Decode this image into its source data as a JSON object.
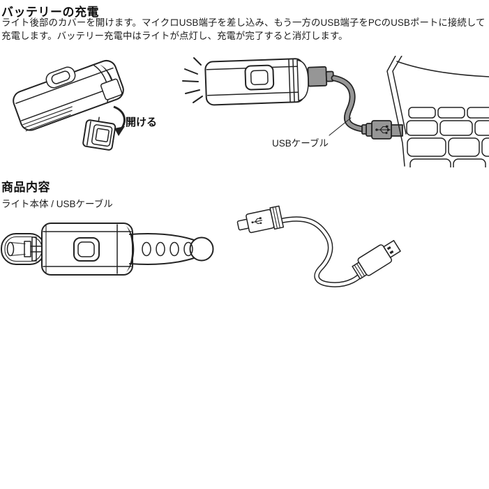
{
  "charging": {
    "title": "バッテリーの充電",
    "body": "ライト後部のカバーを開けます。マイクロUSB端子を差し込み、もう一方のUSB端子をPCのUSBポートに接続して充電します。バッテリー充電中はライトが点灯し、充電が完了すると消灯します。",
    "open_label": "開ける",
    "cable_label": "USBケーブル"
  },
  "contents": {
    "title": "商品内容",
    "body": "ライト本体 / USBケーブル"
  },
  "figures": {
    "open_cover": "light-rear-cover-opened-illustration",
    "charging_pc": "light-charging-from-pc-usb-illustration",
    "light_strap": "light-body-with-strap-illustration",
    "usb_cable": "usb-cable-illustration"
  },
  "colors": {
    "text": "#1a1a1a",
    "line_art": "#232323",
    "connector_gray": "#969696",
    "background": "#ffffff"
  }
}
